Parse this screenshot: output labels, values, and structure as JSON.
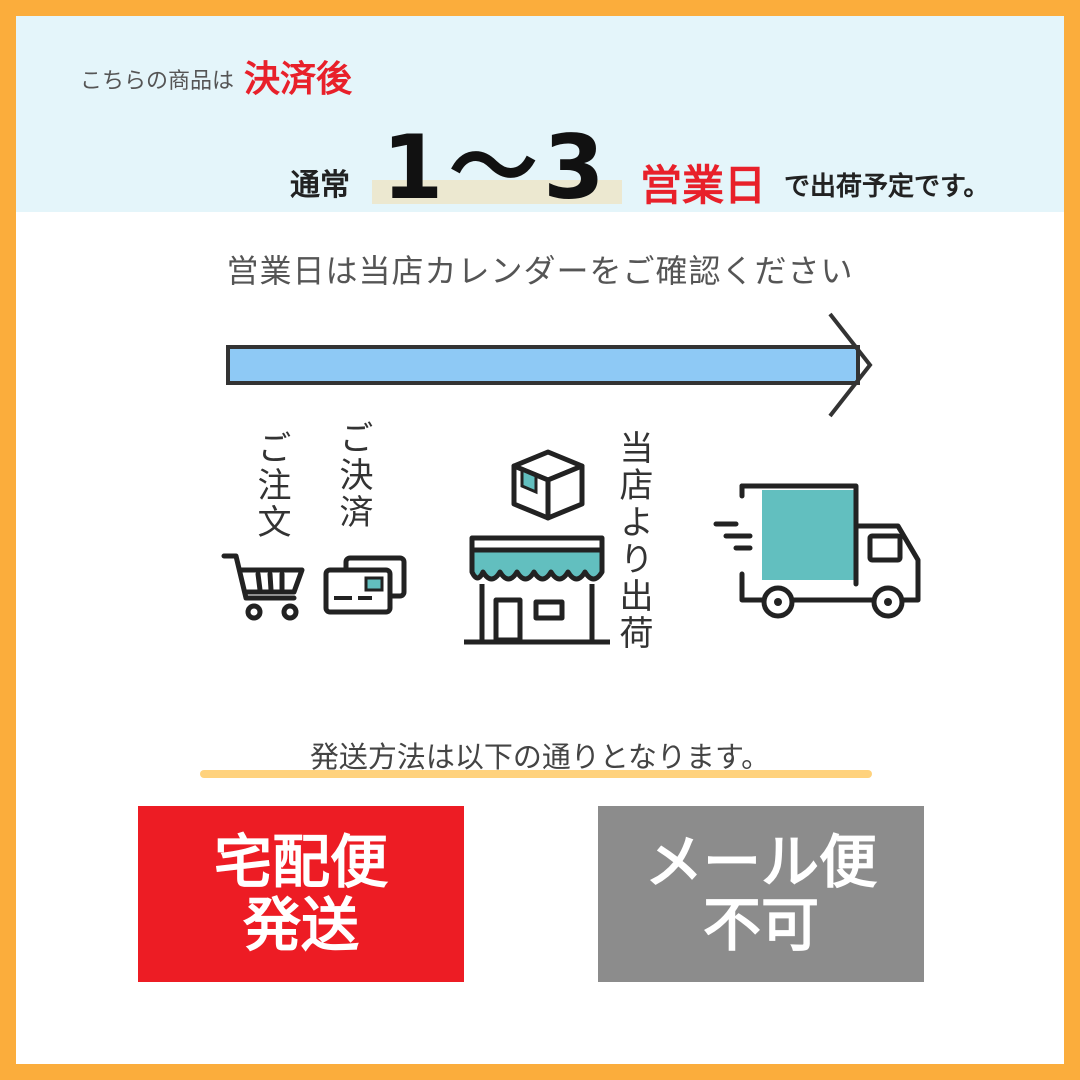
{
  "header": {
    "intro_text": "こちらの商品は",
    "intro_highlight": "決済後",
    "usual": "通常",
    "range": "1〜3",
    "days": "営業日",
    "suffix": "で出荷予定です。"
  },
  "calendar_note": "営業日は当店カレンダーをご確認ください",
  "steps": {
    "order": "ご注文",
    "payment": "ご決済",
    "ship_from_store": "当店より出荷"
  },
  "shipping": {
    "title": "発送方法は以下の通りとなります。",
    "takuhaibin": {
      "line1": "宅配便",
      "line2": "発送"
    },
    "mailbin": {
      "line1": "メール便",
      "line2": "不可"
    }
  },
  "colors": {
    "border": "#fbad3c",
    "top_band": "#e4f5fa",
    "red": "#ed1c24",
    "gray": "#8c8c8c",
    "arrow": "#8ec9f5",
    "teal": "#62bfbf"
  },
  "icons": [
    "cart-icon",
    "credit-card-icon",
    "box-icon",
    "store-icon",
    "truck-icon"
  ]
}
